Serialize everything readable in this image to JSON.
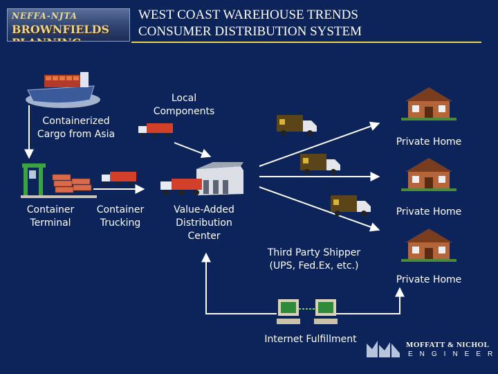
{
  "logo": {
    "line1": "NEFFA-NJTA",
    "line2": "BROWNFIELDS PLANNING"
  },
  "title": {
    "line1": "WEST COAST WAREHOUSE TRENDS",
    "line2": "CONSUMER DISTRIBUTION SYSTEM"
  },
  "nodes": {
    "cargo": [
      "Containerized",
      "Cargo from Asia"
    ],
    "local": [
      "Local",
      "Components"
    ],
    "terminal": [
      "Container",
      "Terminal"
    ],
    "trucking": [
      "Container",
      "Trucking"
    ],
    "distribution": [
      "Value-Added",
      "Distribution",
      "Center"
    ],
    "shipper": [
      "Third Party Shipper",
      "(UPS, Fed.Ex, etc.)"
    ],
    "home_1": "Private Home",
    "home_2": "Private Home",
    "home_3": "Private Home",
    "fulfillment": "Internet Fulfillment"
  },
  "footer": {
    "company": "MOFFATT & NICHOL",
    "subtitle": "ENGINEERS"
  },
  "colors": {
    "background": "#0c2459",
    "title_rule": "#e8d54a",
    "arrow": "#ffffff"
  }
}
